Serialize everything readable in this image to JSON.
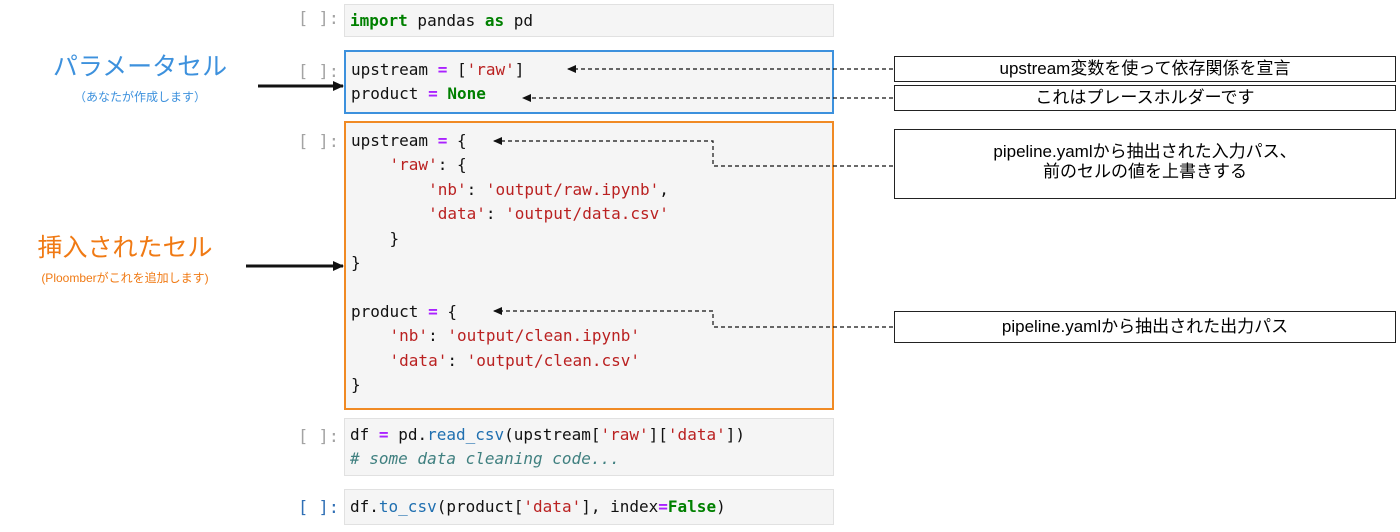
{
  "colors": {
    "parameters_accent": "#3d91dd",
    "injected_accent": "#f08a24",
    "prompt_active": "#2f6fb5",
    "prompt_inactive": "#a3a3a3",
    "keyword": "#008000",
    "operator": "#aa22ff",
    "string": "#ba2121",
    "function": "#1f6fb0",
    "comment": "#408080"
  },
  "prompt_label": "[ ]:",
  "sidebar": {
    "parameters_title": "パラメータセル",
    "parameters_subtitle": "（あなたが作成します）",
    "injected_title": "挿入されたセル",
    "injected_subtitle": "(Ploomberがこれを追加します)"
  },
  "cells": {
    "import": {
      "kw1": "import",
      "mid": " pandas ",
      "kw2": "as",
      "end": " pd"
    },
    "parameters": {
      "line1": {
        "name": "upstream",
        "op": "=",
        "open": "[",
        "str": "'raw'",
        "close": "]"
      },
      "line2": {
        "name": "product",
        "op": "=",
        "val": "None"
      }
    },
    "injected": {
      "upstream_name": "upstream",
      "op": "=",
      "raw_key": "'raw'",
      "nb_key": "'nb'",
      "nb_val": "'output/raw.ipynb'",
      "data_key": "'data'",
      "data_val": "'output/data.csv'",
      "product_name": "product",
      "p_nb_key": "'nb'",
      "p_nb_val": "'output/clean.ipynb'",
      "p_data_key": "'data'",
      "p_data_val": "'output/clean.csv'"
    },
    "read": {
      "var": "df",
      "op": "=",
      "obj": "pd.",
      "fn": "read_csv",
      "arg": "(upstream[",
      "key1": "'raw'",
      "mid": "][",
      "key2": "'data'",
      "end": "])",
      "comment": "# some data cleaning code..."
    },
    "write": {
      "obj": "df.",
      "fn": "to_csv",
      "arg": "(product[",
      "key": "'data'",
      "mid": "], index",
      "op": "=",
      "val": "False",
      "end": ")"
    }
  },
  "annotations": {
    "upstream_note": "upstream変数を使って依存関係を宣言",
    "product_note": "これはプレースホルダーです",
    "input_note_line1": "pipeline.yamlから抽出された入力パス、",
    "input_note_line2": "前のセルの値を上書きする",
    "output_note": "pipeline.yamlから抽出された出力パス"
  }
}
